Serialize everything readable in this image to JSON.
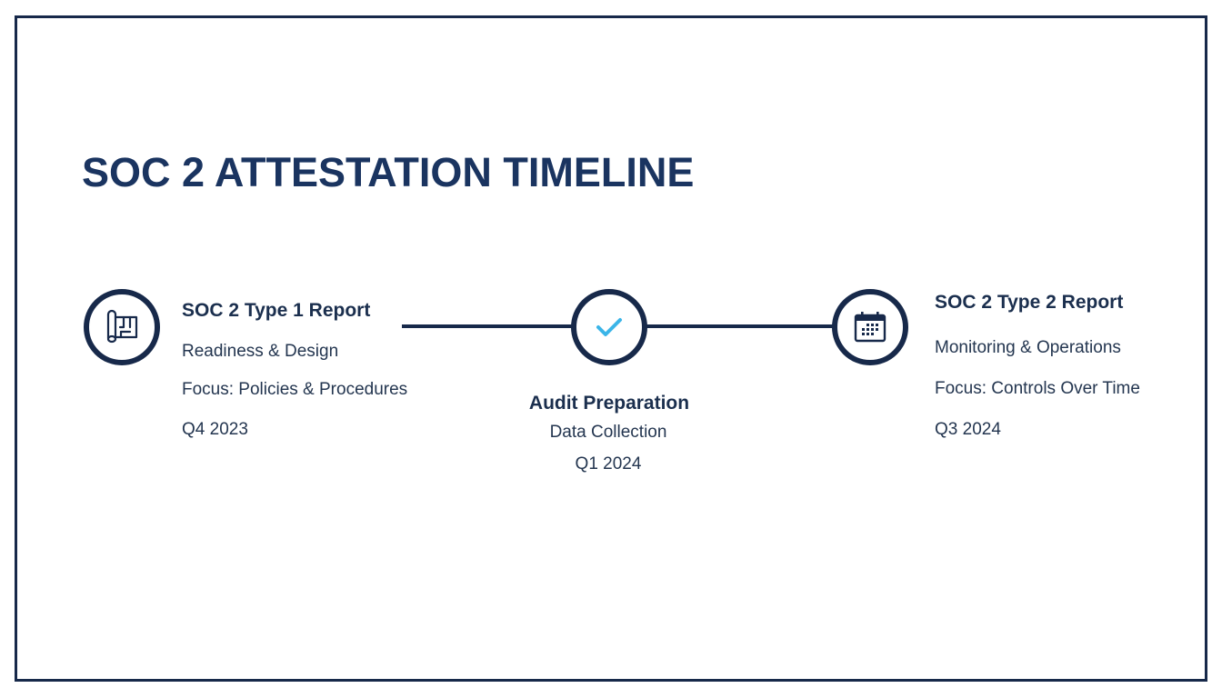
{
  "title": "SOC 2 ATTESTATION TIMELINE",
  "colors": {
    "primary": "#17294a",
    "title": "#1a3460",
    "accent": "#3bb5e8",
    "text": "#243650"
  },
  "milestones": [
    {
      "icon": "blueprint-icon",
      "heading": "SOC 2 Type 1 Report",
      "subtitle": "Readiness & Design",
      "focus": "Focus: Policies & Procedures",
      "date": "Q4 2023"
    },
    {
      "icon": "checkmark-icon",
      "heading": "Audit Preparation",
      "subtitle": "Data Collection",
      "date": "Q1 2024"
    },
    {
      "icon": "calendar-icon",
      "heading": "SOC 2 Type 2 Report",
      "subtitle": "Monitoring & Operations",
      "focus": "Focus: Controls Over Time",
      "date": "Q3 2024"
    }
  ]
}
